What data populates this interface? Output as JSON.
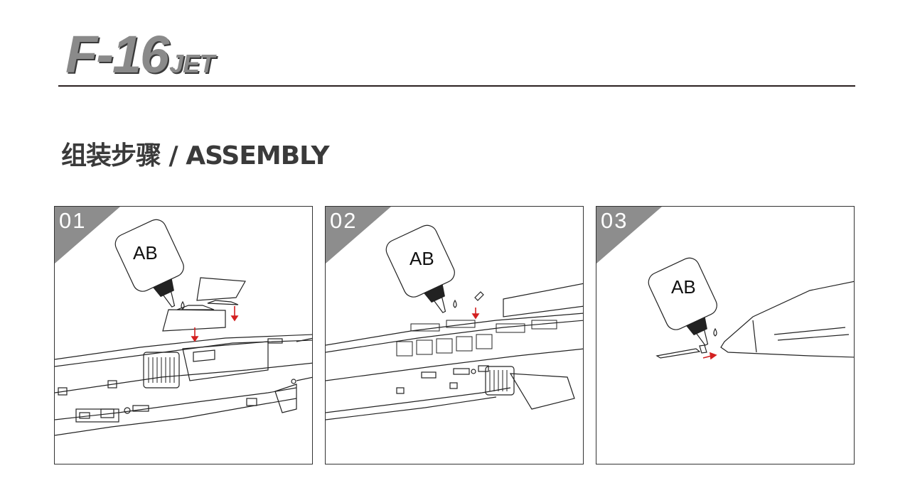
{
  "logo": {
    "main": "F-16",
    "sub": "JET"
  },
  "section_title": "组装步骤 / ASSEMBLY",
  "steps": [
    {
      "number": "01",
      "bottle_label": "AB"
    },
    {
      "number": "02",
      "bottle_label": "AB"
    },
    {
      "number": "03",
      "bottle_label": "AB"
    }
  ],
  "colors": {
    "corner": "#8d8d8d",
    "arrow": "#d32020",
    "rule": "#2a2020",
    "title": "#3a3a3a"
  }
}
